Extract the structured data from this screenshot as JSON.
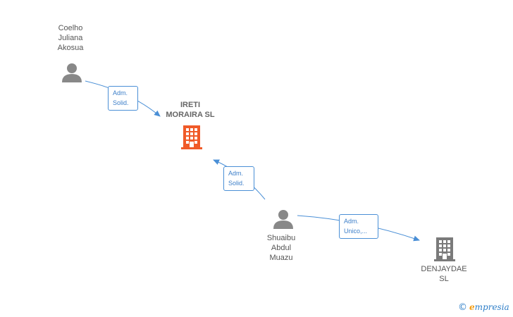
{
  "colors": {
    "edge": "#4a8fd6",
    "person_icon": "#888888",
    "company_main": "#f05a28",
    "company_other": "#7a7a7a"
  },
  "nodes": {
    "coelho": {
      "label": "Coelho\nJuliana\nAkosua",
      "icon": "person-icon"
    },
    "ireti": {
      "label": "IRETI\nMORAIRA  SL",
      "icon": "building-icon"
    },
    "shuaibu": {
      "label": "Shuaibu\nAbdul\nMuazu",
      "icon": "person-icon"
    },
    "denjaydae": {
      "label": "DENJAYDAE\nSL",
      "icon": "building-icon"
    }
  },
  "edges": {
    "coelho_ireti": {
      "label": "Adm.\nSolid."
    },
    "shuaibu_ireti": {
      "label": "Adm.\nSolid."
    },
    "shuaibu_denjaydae": {
      "label": "Adm.\nUnico,..."
    }
  },
  "brand": {
    "copyright": "©",
    "e": "e",
    "rest": "mpresia"
  }
}
